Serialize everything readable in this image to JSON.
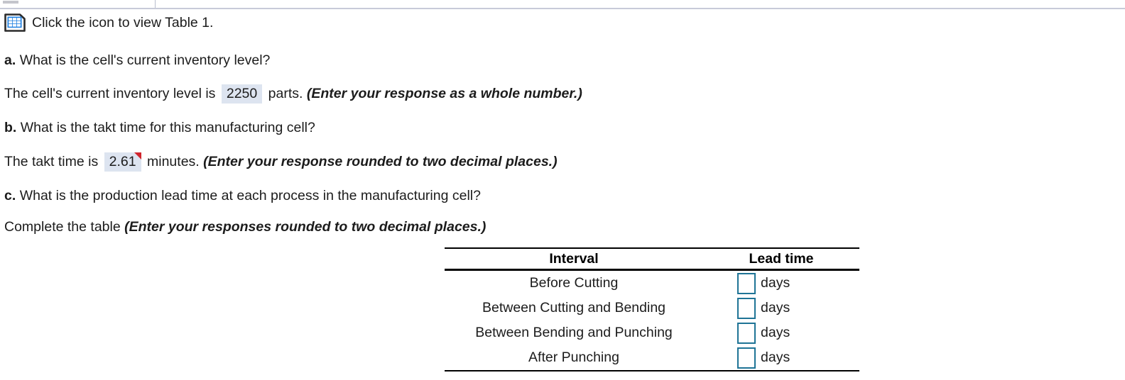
{
  "attachment": {
    "icon": "table-grid-icon",
    "label": "Click the icon to view Table 1."
  },
  "questions": [
    {
      "id": "a",
      "marker": "a.",
      "prompt": "What is the cell's current inventory level?",
      "answer_prefix": "The cell's current inventory level is",
      "answer_value": "2250",
      "answer_suffix": "parts.",
      "instruction": "(Enter your response as a whole number.)",
      "flagged": false
    },
    {
      "id": "b",
      "marker": "b.",
      "prompt": "What is the takt time for this manufacturing cell?",
      "answer_prefix": "The takt time is",
      "answer_value": "2.61",
      "answer_suffix": "minutes.",
      "instruction": "(Enter your response rounded to two decimal places.)",
      "flagged": true
    },
    {
      "id": "c",
      "marker": "c.",
      "prompt": "What is the production lead time at each process in the manufacturing cell?",
      "answer_prefix": "Complete the table",
      "instruction": "(Enter your responses rounded to two decimal places.)"
    }
  ],
  "table": {
    "headers": [
      "Interval",
      "Lead time"
    ],
    "rows": [
      {
        "interval": "Before Cutting",
        "value": "",
        "unit": "days"
      },
      {
        "interval": "Between Cutting and Bending",
        "value": "",
        "unit": "days"
      },
      {
        "interval": "Between Bending and Punching",
        "value": "",
        "unit": "days"
      },
      {
        "interval": "After Punching",
        "value": "",
        "unit": "days"
      }
    ]
  },
  "colors": {
    "answer_field_fill": "#dde4f0",
    "flag_marker": "#d0242c",
    "input_border": "#1f7496",
    "icon_blue": "#1e7fe0",
    "rule": "#000000"
  }
}
